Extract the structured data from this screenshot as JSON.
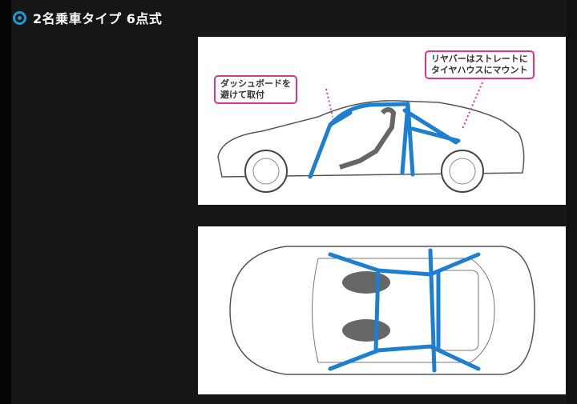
{
  "heading": {
    "title": "2名乗車タイプ 6点式",
    "icon": "radio-selected-icon"
  },
  "side_view": {
    "callout_dashboard": [
      "ダッシュボードを",
      "避けて取付"
    ],
    "callout_rear": [
      "リヤバーはストレートに",
      "タイヤハウスにマウント"
    ]
  },
  "colors": {
    "accent": "#1a9ad6",
    "cage": "#1e7fd0",
    "callout_border": "#e0338a",
    "background": "#161616"
  }
}
